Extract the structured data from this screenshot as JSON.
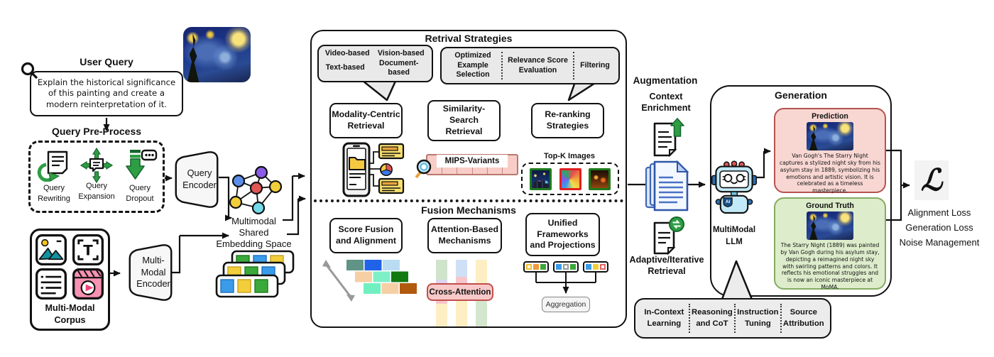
{
  "palette": {
    "green": "#2e9e44",
    "pink_fill": "#f8cdc7",
    "grey_bubble": "#e9e9e9",
    "prediction_bg": "#f8d7d3",
    "prediction_border": "#b5534f",
    "ground_bg": "#ddeccb",
    "ground_border": "#85ac62",
    "doc_blue": "#dce7fb",
    "doc_blue_border": "#3f67b8"
  },
  "icons": {
    "query_corner": "magnifier-icon",
    "preprocess": [
      "refresh-arrow-icon",
      "expand-arrows-icon",
      "down-arrow-icon"
    ],
    "corpus": [
      "image-icon",
      "text-icon",
      "document-lines-icon",
      "video-icon"
    ],
    "retrieval": [
      "phone-folder-icon",
      "search-icon",
      "topk-thumbnails"
    ],
    "augmentation": [
      "doc-upload-icon",
      "doc-stack-icon",
      "doc-refresh-icon"
    ],
    "generation": [
      "robot-icon"
    ],
    "loss": "script-L-symbol"
  },
  "user_query": {
    "title": "User Query",
    "text": "Explain the historical significance of this painting and create a modern reinterpretation of it."
  },
  "query_preprocess": {
    "title": "Query Pre-Process",
    "items": [
      {
        "label": "Query\nRewriting"
      },
      {
        "label": "Query\nExpansion"
      },
      {
        "label": "Query\nDropout"
      }
    ]
  },
  "query_encoder_label": "Query\nEncoder",
  "corpus_label": "Multi-Modal\nCorpus",
  "multimodal_encoder_label": "Multi-\nModal\nEncoder",
  "embedding_label": "Multimodal\nShared\nEmbedding Space",
  "retrieval": {
    "title": "Retrival Strategies",
    "modality_bubble": [
      "Video-based",
      "Vision-based",
      "Text-based",
      "Document-based"
    ],
    "rerank_bubble": [
      "Optimized\nExample\nSelection",
      "Relevance Score\nEvaluation",
      "Filtering"
    ],
    "box_modality": "Modality-Centric\nRetrieval",
    "box_similarity": "Similarity-\nSearch\nRetrieval",
    "box_rerank": "Re-ranking\nStrategies",
    "mips_label": "MIPS-Variants",
    "topk_label": "Top-K Images"
  },
  "fusion": {
    "title": "Fusion Mechanisms",
    "box_score": "Score Fusion\nand Alignment",
    "box_attention": "Attention-Based\nMechanisms",
    "box_unified": "Unified\nFrameworks\nand Projections",
    "cross_attention": "Cross-Attention",
    "aggregation": "Aggregation"
  },
  "augmentation": {
    "title": "Augmentation",
    "context": "Context\nEnrichment",
    "adaptive": "Adaptive/Iterative\nRetrieval"
  },
  "generation": {
    "title": "Generation",
    "llm_label": "MultiModal\nLLM",
    "robot_badge": "AI",
    "prediction_title": "Prediction",
    "prediction_text": "Van Gogh's The Starry Night captures a stylized night sky from his asylum stay in 1889, symbolizing his emotions and artistic vision. It is celebrated as a timeless masterpiece.",
    "ground_truth_title": "Ground Truth",
    "ground_truth_text": "The Starry Night (1889) was painted by Van Gogh during his asylum stay, depicting a reimagined night sky with swirling patterns and colors. It reflects his emotional struggles and is now an iconic masterpiece at MoMA.",
    "techniques": [
      "In-Context\nLearning",
      "Reasoning\nand CoT",
      "Instruction\nTuning",
      "Source\nAttribution"
    ]
  },
  "loss": {
    "symbol": "ℒ",
    "labels": [
      "Alignment Loss",
      "Generation Loss",
      "Noise Management"
    ]
  }
}
